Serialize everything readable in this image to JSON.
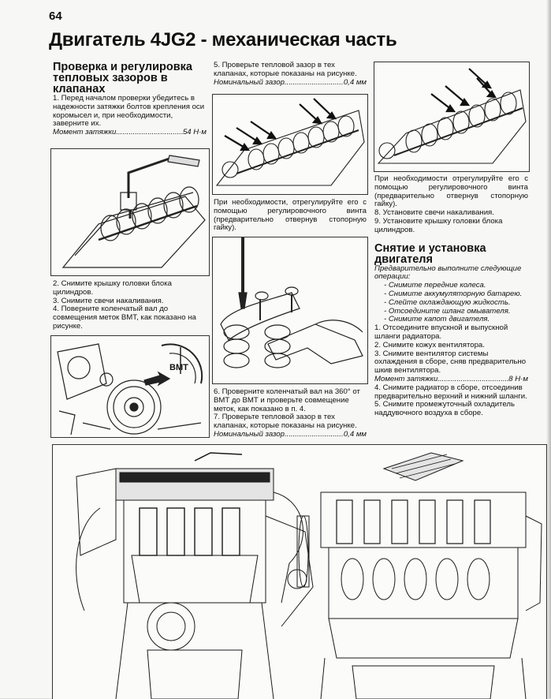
{
  "page_number": "64",
  "title": "Двигатель 4JG2 - механическая часть",
  "left": {
    "heading": "Проверка и регулировка тепловых зазоров в клапанах",
    "step1": "1. Перед началом проверки убедитесь в надежности затяжки болтов крепления оси коромысел и, при необходимости, заверните их.",
    "torque_label": "Момент затяжки",
    "torque_value": "54 Н·м",
    "step2": "2. Снимите крышку головки блока цилиндров.",
    "step3": "3. Снимите свечи накаливания.",
    "step4": "4. Поверните коленчатый вал до совмещения меток ВМТ, как показано на рисунке.",
    "fig_label_bmt": "ВМТ"
  },
  "middle": {
    "step5": "5. Проверьте тепловой зазор в тех клапанах, которые показаны на рисунке.",
    "nominal_label": "Номинальный зазор",
    "nominal_value": "0,4 мм",
    "caption1": "При необходимости, отрегулируйте его с помощью регулировочного винта (предварительно отвернув стопорную гайку).",
    "step6": "6. Проверните коленчатый вал на 360° от ВМТ до ВМТ и проверьте совмещение меток, как показано в п. 4.",
    "step7": "7. Проверьте тепловой зазор в тех клапанах, которые показаны на рисунке.",
    "nominal_label2": "Номинальный зазор",
    "nominal_value2": "0,4 мм"
  },
  "right": {
    "caption": "При необходимости отрегулируйте его с помощью регулировочного винта (предварительно отвернув стопорную гайку).",
    "step8": "8. Установите свечи накаливания.",
    "step9": "9. Установите крышку головки блока цилиндров.",
    "heading": "Снятие и установка двигателя",
    "prelim": "Предварительно выполните следующие операции:",
    "ops": [
      "- Снимите передние колеса.",
      "- Снимите аккумуляторную батарею.",
      "- Слейте охлаждающую жидкость.",
      "- Отсоедините шланг омывателя.",
      "- Снимите капот двигателя."
    ],
    "step1": "1. Отсоедините впускной и выпускной шланги радиатора.",
    "step2": "2. Снимите кожух вентилятора.",
    "step3": "3. Снимите вентилятор системы охлаждения в сборе, сняв предварительно шкив вентилятора.",
    "torque_label": "Момент затяжки",
    "torque_value": "8 Н·м",
    "step4": "4. Снимите радиатор в сборе, отсоединив предварительно верхний и нижний шланги.",
    "step5": "5. Снимите промежуточный охладитель наддувочного воздуха в сборе."
  }
}
